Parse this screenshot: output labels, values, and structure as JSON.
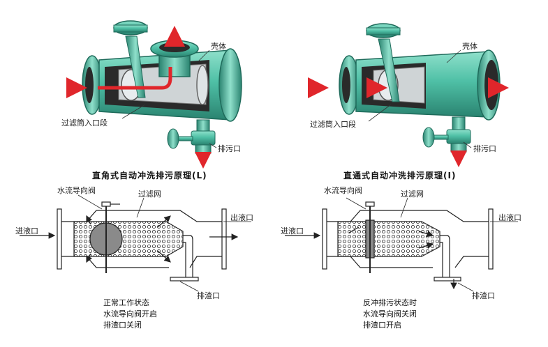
{
  "top_left": {
    "shell_label": "壳体",
    "inlet_section_label": "过滤筒入口段",
    "drain_label": "排污口",
    "caption": "直角式自动冲洗排污原理(L)"
  },
  "top_right": {
    "shell_label": "壳体",
    "inlet_section_label": "过滤筒入口段",
    "drain_label": "排污口",
    "caption": "直通式自动冲洗排污原理(I)"
  },
  "bottom_left": {
    "valve_label": "水流导向阀",
    "mesh_label": "过滤网",
    "inlet_label": "进液口",
    "outlet_label": "出液口",
    "slag_outlet_label": "排渣口",
    "status_lines": [
      "正常工作状态",
      "水流导向阀开启",
      "排渣口关闭"
    ]
  },
  "bottom_right": {
    "valve_label": "水流导向阀",
    "mesh_label": "过滤网",
    "inlet_label": "进液口",
    "outlet_label": "出液口",
    "slag_outlet_label": "排渣口",
    "status_lines": [
      "反冲排污状态时",
      "水流导向阀关闭",
      "排渣口开启"
    ]
  },
  "colors": {
    "housing": "#4fc0a6",
    "housing_dark": "#2e8f7a",
    "arrow": "#e0262b",
    "interior": "#2a2a2a",
    "line": "#222222"
  }
}
